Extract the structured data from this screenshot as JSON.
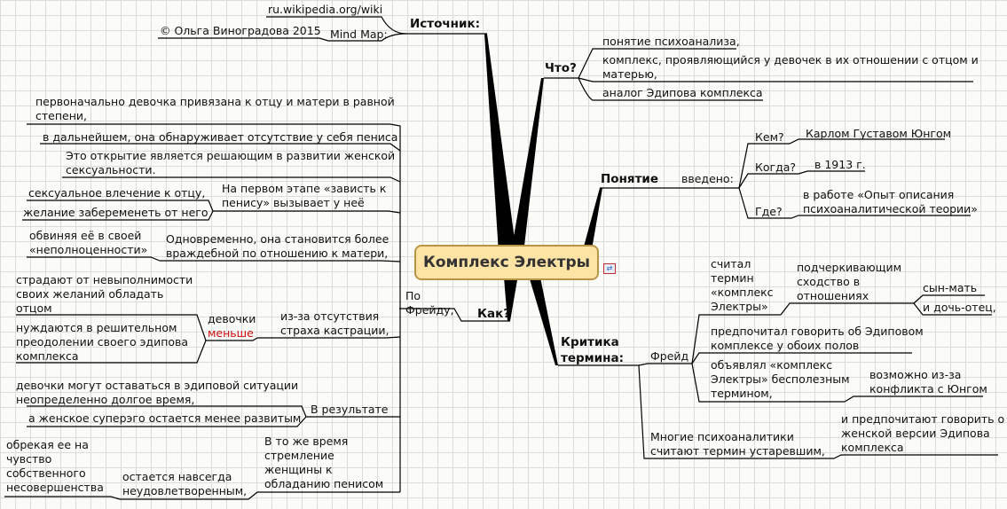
{
  "center": "Комплекс Электры",
  "source": {
    "title": "Источник:",
    "wiki": "ru.wikipedia.org/wiki",
    "mindmap_label": "Mind Map:",
    "author": "© Ольга Виноградова 2015"
  },
  "what": {
    "title": "Что?",
    "items": [
      "понятие психоанализа,",
      "комплекс, проявляющийся у девочек в их отношении с отцом и",
      "матерью,",
      "аналог Эдипова комплекса"
    ]
  },
  "concept": {
    "title": "Понятие",
    "introduced": "введено:",
    "who_q": "Кем?",
    "who_a": "Карлом Густавом Юнгом",
    "when_q": "Когда?",
    "when_a": "в 1913 г.",
    "where_q": "Где?",
    "where_a": [
      "в работе «Опыт описания",
      "психоаналитической теории»"
    ]
  },
  "critique": {
    "title": [
      "Критика",
      "термина:"
    ],
    "freud": "Фрейд",
    "considered": [
      "считал",
      "термин",
      "«комплекс",
      "Электры»"
    ],
    "emphasizing": [
      "подчеркивающим",
      "сходство в",
      "отношениях"
    ],
    "son_mother": "сын-мать",
    "daughter_father": "и дочь-отец,",
    "preferred": [
      "предпочитал говорить об Эдиповом",
      "комплексе у обоих полов"
    ],
    "declared": [
      "объявлял «комплекс",
      "Электры» бесполезным",
      "термином,"
    ],
    "conflict": [
      "возможно из-за",
      "конфликта с Юнгом"
    ],
    "many": [
      "Многие психоаналитики",
      "считают термин устаревшим,"
    ],
    "prefer_female": [
      "и предпочитают говорить о",
      "женской версии Эдипова",
      "комплекса"
    ]
  },
  "how": {
    "title": "Как?",
    "freud": [
      "По",
      "Фрейду,"
    ],
    "initially": [
      "первоначально девочка привязана к отцу и матери в равной",
      "степени,"
    ],
    "later": "в дальнейшем, она обнаруживает отсутствие у себя пениса",
    "discovery": [
      "Это открытие является решающим в развитии женской",
      "сексуальности."
    ],
    "first_stage": [
      "На первом этапе «зависть к",
      "пенису» вызывает у неё"
    ],
    "attraction": "сексуальное влечение к отцу,",
    "pregnant": "желание забеременеть от него",
    "simultaneously": [
      "Одновременно, она становится более",
      "враждебной по отношению к матери,"
    ],
    "blaming": [
      "обвиняя её в своей",
      "«неполноценности»"
    ],
    "suffer": [
      "страдают от невыполнимости",
      "своих желаний обладать",
      "отцом"
    ],
    "need": [
      "нуждаются в решительном",
      "преодолении своего эдипова",
      "комплекса"
    ],
    "girls": "девочки",
    "less": "меньше",
    "fear": [
      "из-за отсутствия",
      "страха кастрации,"
    ],
    "remain": [
      "девочки могут оставаться в эдиповой ситуации",
      "неопределенно долгое время,"
    ],
    "superego": "а женское суперэго остается менее развитым",
    "result": "В результате",
    "same_time": [
      "В то же время",
      "стремление",
      "женщины к",
      "обладанию пенисом"
    ],
    "unsatisfied": [
      "остается навсегда",
      "неудовлетворенным,"
    ],
    "dooms": [
      "обрекая ее на",
      "чувство",
      "собственного",
      "несовершенства"
    ]
  }
}
